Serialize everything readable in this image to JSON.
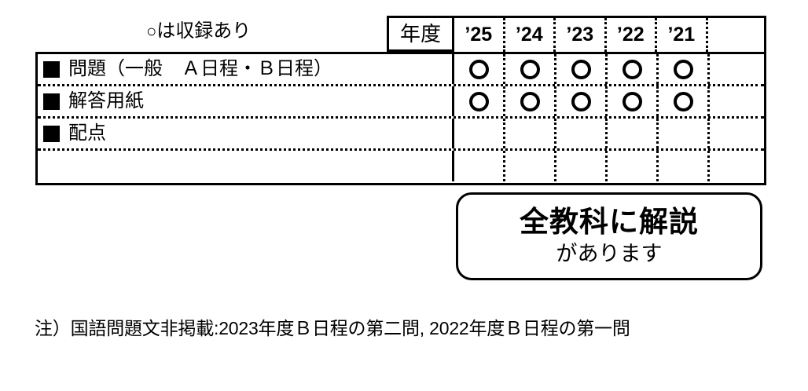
{
  "legend": {
    "symbol": "○",
    "text": "は収録あり"
  },
  "table": {
    "year_header_label": "年度",
    "years": [
      "’25",
      "’24",
      "’23",
      "’22",
      "’21"
    ],
    "extra_column_label": "",
    "rows": [
      {
        "label": "問題（一般　Ａ日程・Ｂ日程）",
        "has_bullet": true,
        "marks": [
          "○",
          "○",
          "○",
          "○",
          "○"
        ],
        "extra_mark": ""
      },
      {
        "label": "解答用紙",
        "has_bullet": true,
        "marks": [
          "○",
          "○",
          "○",
          "○",
          "○"
        ],
        "extra_mark": ""
      },
      {
        "label": "配点",
        "has_bullet": true,
        "marks": [
          "",
          "",
          "",
          "",
          ""
        ],
        "extra_mark": ""
      },
      {
        "label": "",
        "has_bullet": false,
        "marks": [
          "",
          "",
          "",
          "",
          ""
        ],
        "extra_mark": ""
      }
    ]
  },
  "callout": {
    "line1": "全教科に解説",
    "line2": "があります"
  },
  "footnote": {
    "text": "注）国語問題文非掲載:2023年度Ｂ日程の第二問, 2022年度Ｂ日程の第一問"
  },
  "colors": {
    "ink": "#000000",
    "paper": "#ffffff"
  }
}
